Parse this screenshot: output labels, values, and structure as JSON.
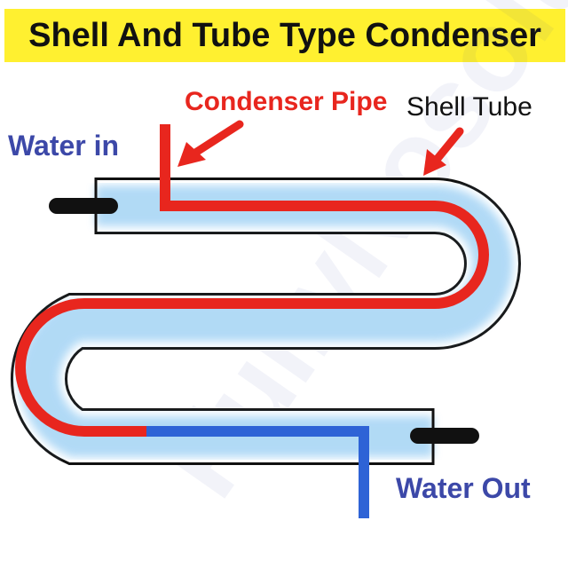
{
  "title": "Shell And Tube Type Condenser",
  "labels": {
    "water_in": "Water in",
    "condenser_pipe": "Condenser Pipe",
    "shell_tube": "Shell Tube",
    "water_out": "Water Out"
  },
  "watermark": "FullyNosolu",
  "colors": {
    "banner": "#fff030",
    "condenser_pipe": "#e8261e",
    "water": "#3c48a8",
    "water_glow": "#a9d6f5",
    "shell_outline": "#111111",
    "nozzle": "#111111"
  }
}
